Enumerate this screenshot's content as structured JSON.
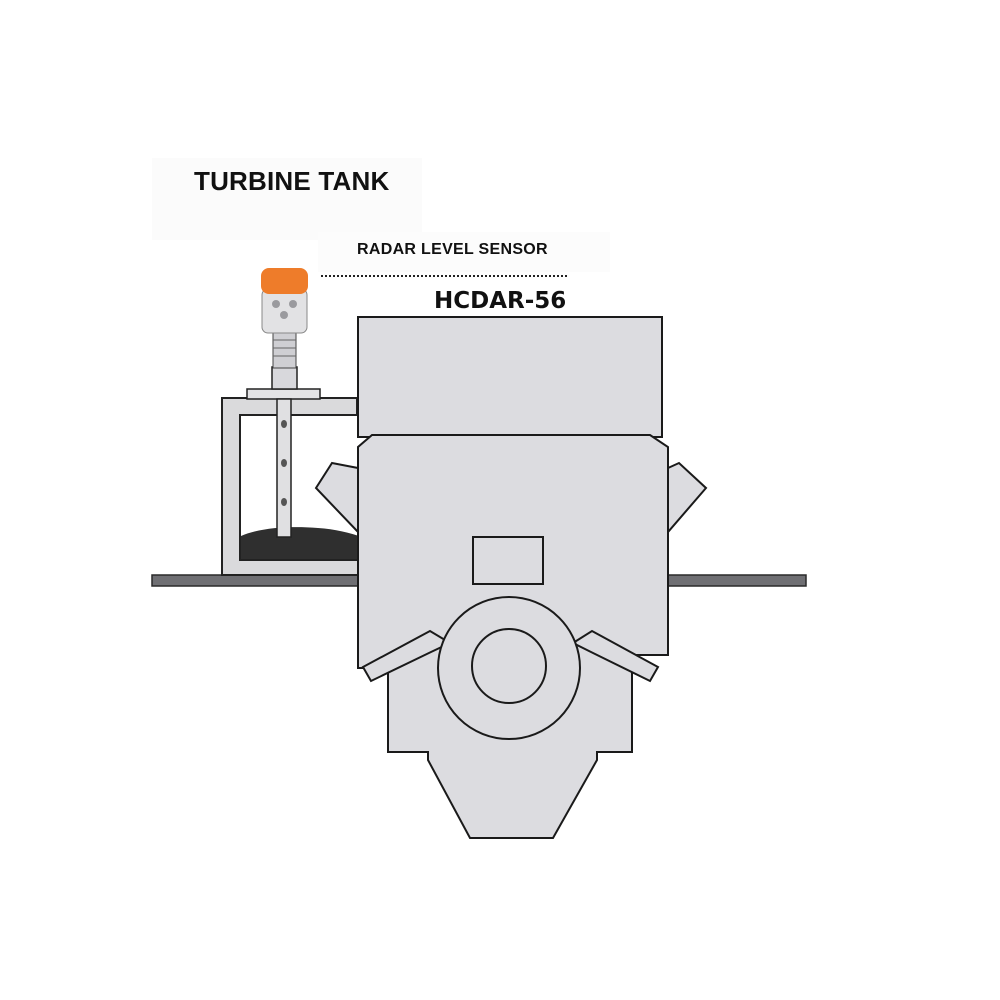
{
  "diagram": {
    "title": "TURBINE TANK",
    "sensor_label": "RADAR LEVEL SENSOR",
    "model": "HCDAR-56"
  },
  "colors": {
    "machine_fill": "#dcdce0",
    "outline": "#1a1a1a",
    "tank_wall": "#dadadc",
    "liquid": "#2f2f2f",
    "deck": "#6f6f73",
    "sensor_cap": "#ee7c2a",
    "sensor_body": "#e2e2e4"
  },
  "icons": {
    "sensor": "radar-level-sensor-icon",
    "engine": "turbine-engine-icon",
    "tank": "tank-icon"
  }
}
